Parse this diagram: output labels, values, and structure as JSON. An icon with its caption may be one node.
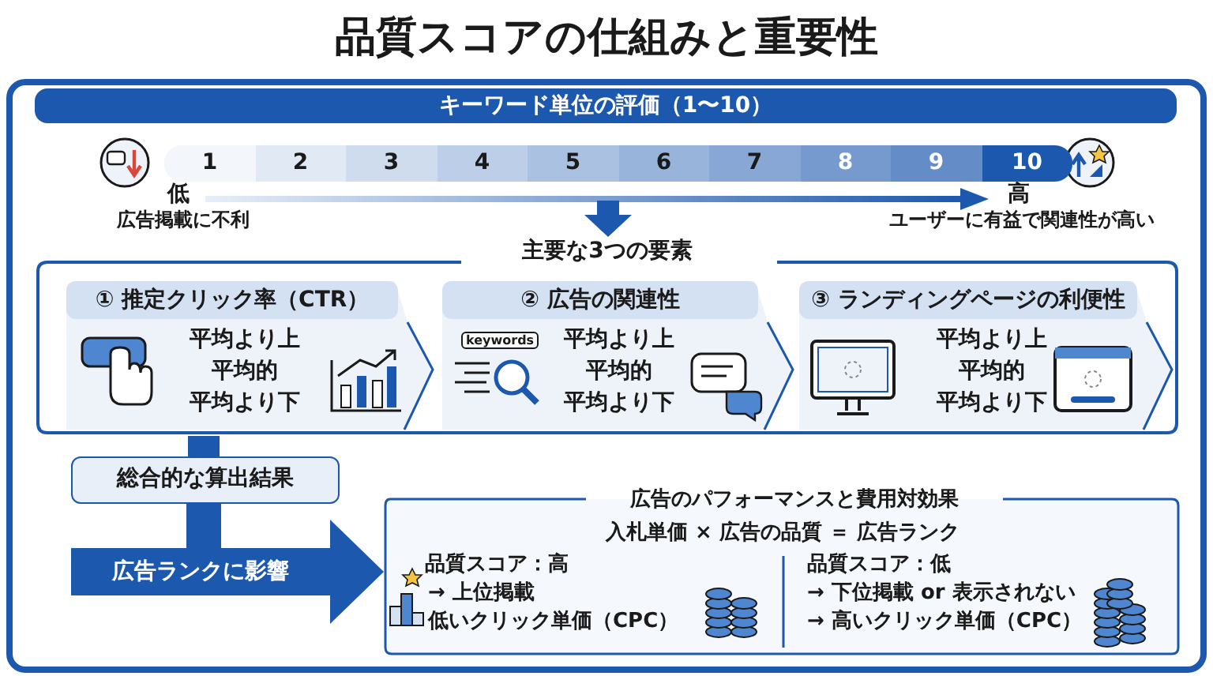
{
  "diagram": {
    "title": "品質スコアの仕組みと重要性",
    "nodes": [
      {
        "text": [
          "キーワード単位の評価（1〜10）"
        ]
      },
      {
        "text": [
          "1"
        ]
      },
      {
        "text": [
          "2"
        ]
      },
      {
        "text": [
          "3"
        ]
      },
      {
        "text": [
          "4"
        ]
      },
      {
        "text": [
          "5"
        ]
      },
      {
        "text": [
          "6"
        ]
      },
      {
        "text": [
          "7"
        ]
      },
      {
        "text": [
          "8"
        ]
      },
      {
        "text": [
          "9"
        ]
      },
      {
        "text": [
          "10"
        ]
      },
      {
        "text": [
          "主要な3つの要素"
        ]
      },
      {
        "text": [
          "① 推定クリック率（CTR）",
          "平均より上",
          "平均的",
          "平均より下"
        ],
        "in": 11
      },
      {
        "text": [
          "② 広告の関連性",
          "平均より上",
          "平均的",
          "平均より下"
        ],
        "in": 11
      },
      {
        "text": [
          "③ ランディングページの利便性",
          "平均より上",
          "平均的",
          "平均より下"
        ],
        "in": 11
      },
      {
        "text": [
          "総合的な算出結果"
        ]
      },
      {
        "text": [
          "広告のパフォーマンスと費用対効果",
          "入札単価 × 広告の品質 ＝ 広告ランク",
          "品質スコア：高",
          "→ 上位掲載",
          "低いクリック単価（CPC）",
          "品質スコア：低",
          "→ 下位掲載 or 表示されない",
          "→ 高いクリック単価（CPC）"
        ]
      }
    ],
    "edges": [
      {
        "from": 5,
        "to": 11,
        "arrow": "to"
      },
      {
        "from": 11,
        "to": 15,
        "arrow": "none"
      },
      {
        "from": 15,
        "to": 16,
        "arrow": "to",
        "label": "広告ランクに影響"
      }
    ],
    "labels": [
      "低",
      "広告掲載に不利",
      "高",
      "ユーザーに有益で関連性が高い",
      "keywords"
    ]
  }
}
